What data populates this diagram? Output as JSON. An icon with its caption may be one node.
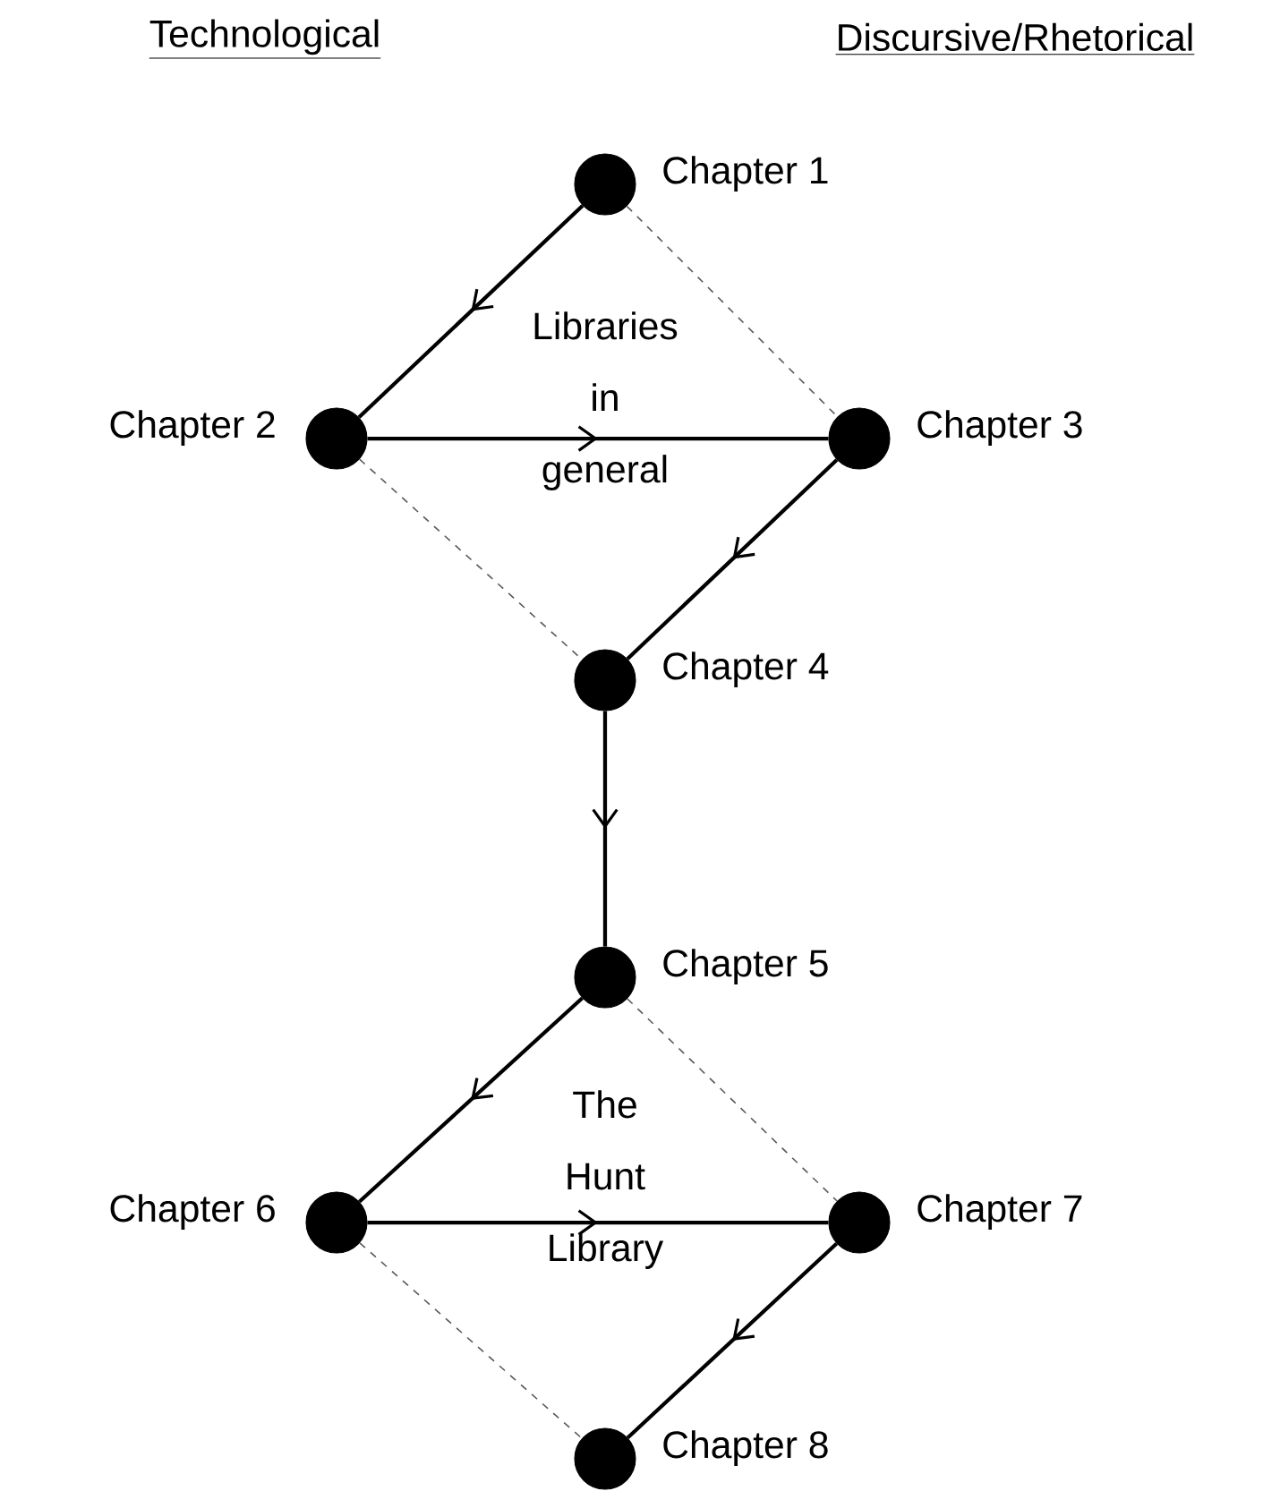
{
  "diagram": {
    "nodes": [
      {
        "text": [],
        "shape": "circle",
        "beside": [
          "Chapter 1"
        ]
      },
      {
        "text": [],
        "shape": "circle",
        "beside": [
          "Chapter 2"
        ]
      },
      {
        "text": [],
        "shape": "circle",
        "beside": [
          "Chapter 3"
        ]
      },
      {
        "text": [],
        "shape": "circle",
        "beside": [
          "Chapter 4"
        ]
      },
      {
        "text": [],
        "shape": "circle",
        "beside": [
          "Chapter 5"
        ]
      },
      {
        "text": [],
        "shape": "circle",
        "beside": [
          "Chapter 6"
        ]
      },
      {
        "text": [],
        "shape": "circle",
        "beside": [
          "Chapter 7"
        ]
      },
      {
        "text": [],
        "shape": "circle",
        "beside": [
          "Chapter 8"
        ]
      }
    ],
    "edges": [
      {
        "from": 0,
        "to": 1,
        "arrow": "to"
      },
      {
        "from": 1,
        "to": 2,
        "arrow": "to"
      },
      {
        "from": 2,
        "to": 3,
        "arrow": "to"
      },
      {
        "from": 3,
        "to": 4,
        "arrow": "to"
      },
      {
        "from": 4,
        "to": 5,
        "arrow": "to"
      },
      {
        "from": 5,
        "to": 6,
        "arrow": "to"
      },
      {
        "from": 6,
        "to": 7,
        "arrow": "to"
      },
      {
        "from": 0,
        "to": 2,
        "arrow": "none",
        "style": "dashed"
      },
      {
        "from": 1,
        "to": 3,
        "arrow": "none",
        "style": "dashed"
      },
      {
        "from": 4,
        "to": 6,
        "arrow": "none",
        "style": "dashed"
      },
      {
        "from": 5,
        "to": 7,
        "arrow": "none",
        "style": "dashed"
      }
    ],
    "labels": [
      "Technological",
      "Discursive/Rhetorical",
      "Libraries in general",
      "The Hunt Library"
    ]
  }
}
